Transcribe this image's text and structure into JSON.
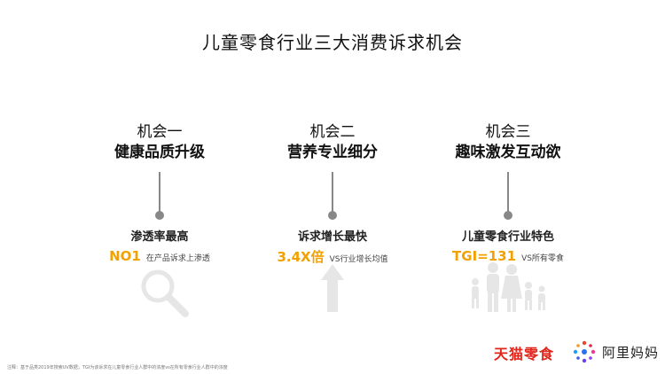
{
  "title": "儿童零食行业三大消费诉求机会",
  "opportunities": [
    {
      "label": "机会一",
      "name": "健康品质升级",
      "metric": "渗透率最高",
      "value": "NO1",
      "value_note": "在产品诉求上渗透",
      "illustration": "magnifier-icon"
    },
    {
      "label": "机会二",
      "name": "营养专业细分",
      "metric": "诉求增长最快",
      "value": "3.4X倍",
      "value_note": "VS行业增长均值",
      "illustration": "growth-arrow-icon"
    },
    {
      "label": "机会三",
      "name": "趣味激发互动欲",
      "metric": "儿童零食行业特色",
      "value": "TGI=131",
      "value_note": "VS所有零食",
      "illustration": "family-icon"
    }
  ],
  "footnote": "注释：基于品类2019年搜索UV数据；TGI为该诉求在儿童零食行业人群中的浓度vs在所有零食行业人群中的浓度",
  "brands": {
    "tmall": "天猫零食",
    "alimama": "阿里妈妈"
  },
  "colors": {
    "accent": "#f2a100",
    "tmall_red": "#e1251b",
    "pin_gray": "#888888",
    "illustration_gray": "#e6e6e6"
  }
}
